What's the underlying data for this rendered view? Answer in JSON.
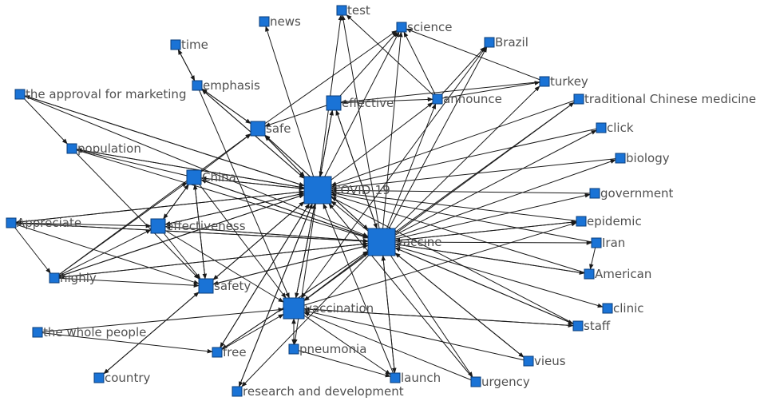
{
  "colors": {
    "node_fill": "#1a73d6",
    "node_stroke": "#0a3d7a",
    "edge": "#1a1a1a",
    "label": "#505050"
  },
  "nodes": [
    {
      "id": "covid",
      "label": "COVID-19",
      "weight": 3
    },
    {
      "id": "vaccine",
      "label": "vaccine",
      "weight": 3
    },
    {
      "id": "vaccination",
      "label": "vaccination",
      "weight": 2
    },
    {
      "id": "china",
      "label": "China",
      "weight": 1
    },
    {
      "id": "effectiveness",
      "label": "effectiveness",
      "weight": 1
    },
    {
      "id": "safety",
      "label": "safety",
      "weight": 1
    },
    {
      "id": "safe",
      "label": "safe",
      "weight": 1
    },
    {
      "id": "effective",
      "label": "effective",
      "weight": 1
    },
    {
      "id": "news",
      "label": "news",
      "weight": 0
    },
    {
      "id": "test",
      "label": "test",
      "weight": 0
    },
    {
      "id": "science",
      "label": "science",
      "weight": 0
    },
    {
      "id": "brazil",
      "label": "Brazil",
      "weight": 0
    },
    {
      "id": "time",
      "label": "time",
      "weight": 0
    },
    {
      "id": "emphasis",
      "label": "emphasis",
      "weight": 0
    },
    {
      "id": "approval",
      "label": "the approval for marketing",
      "weight": 0
    },
    {
      "id": "announce",
      "label": "announce",
      "weight": 0
    },
    {
      "id": "turkey",
      "label": "turkey",
      "weight": 0
    },
    {
      "id": "tcm",
      "label": "traditional Chinese medicine",
      "weight": 0
    },
    {
      "id": "click",
      "label": "click",
      "weight": 0
    },
    {
      "id": "population",
      "label": "population",
      "weight": 0
    },
    {
      "id": "biology",
      "label": "biology",
      "weight": 0
    },
    {
      "id": "government",
      "label": "government",
      "weight": 0
    },
    {
      "id": "appreciate",
      "label": "Appreciate",
      "weight": 0
    },
    {
      "id": "epidemic",
      "label": "epidemic",
      "weight": 0
    },
    {
      "id": "iran",
      "label": "Iran",
      "weight": 0
    },
    {
      "id": "highly",
      "label": "highly",
      "weight": 0
    },
    {
      "id": "american",
      "label": "American",
      "weight": 0
    },
    {
      "id": "clinic",
      "label": "clinic",
      "weight": 0
    },
    {
      "id": "wholepeople",
      "label": "the whole people",
      "weight": 0
    },
    {
      "id": "staff",
      "label": "staff",
      "weight": 0
    },
    {
      "id": "free",
      "label": "free",
      "weight": 0
    },
    {
      "id": "pneumonia",
      "label": "pneumonia",
      "weight": 0
    },
    {
      "id": "vieus",
      "label": "vieus",
      "weight": 0
    },
    {
      "id": "country",
      "label": "country",
      "weight": 0
    },
    {
      "id": "launch",
      "label": "launch",
      "weight": 0
    },
    {
      "id": "urgency",
      "label": "urgency",
      "weight": 0
    },
    {
      "id": "rnd",
      "label": "research and development",
      "weight": 0
    }
  ],
  "edges": [
    [
      "covid",
      "news"
    ],
    [
      "covid",
      "test"
    ],
    [
      "covid",
      "science"
    ],
    [
      "covid",
      "effective"
    ],
    [
      "covid",
      "announce"
    ],
    [
      "covid",
      "safe"
    ],
    [
      "covid",
      "china"
    ],
    [
      "covid",
      "effectiveness"
    ],
    [
      "covid",
      "safety"
    ],
    [
      "covid",
      "vaccination"
    ],
    [
      "covid",
      "rnd"
    ],
    [
      "covid",
      "highly"
    ],
    [
      "covid",
      "appreciate"
    ],
    [
      "covid",
      "population"
    ],
    [
      "covid",
      "approval"
    ],
    [
      "covid",
      "emphasis"
    ],
    [
      "covid",
      "free"
    ],
    [
      "covid",
      "pneumonia"
    ],
    [
      "vaccine",
      "covid"
    ],
    [
      "vaccine",
      "test"
    ],
    [
      "vaccine",
      "science"
    ],
    [
      "vaccine",
      "brazil"
    ],
    [
      "vaccine",
      "turkey"
    ],
    [
      "vaccine",
      "tcm"
    ],
    [
      "vaccine",
      "click"
    ],
    [
      "vaccine",
      "biology"
    ],
    [
      "vaccine",
      "government"
    ],
    [
      "vaccine",
      "epidemic"
    ],
    [
      "vaccine",
      "iran"
    ],
    [
      "vaccine",
      "american"
    ],
    [
      "vaccine",
      "clinic"
    ],
    [
      "vaccine",
      "staff"
    ],
    [
      "vaccine",
      "vieus"
    ],
    [
      "vaccine",
      "urgency"
    ],
    [
      "vaccine",
      "launch"
    ],
    [
      "vaccine",
      "vaccination"
    ],
    [
      "vaccine",
      "safety"
    ],
    [
      "vaccine",
      "effectiveness"
    ],
    [
      "vaccine",
      "china"
    ],
    [
      "vaccine",
      "highly"
    ],
    [
      "vaccine",
      "appreciate"
    ],
    [
      "vaccine",
      "announce"
    ],
    [
      "vaccine",
      "effective"
    ],
    [
      "vaccine",
      "safe"
    ],
    [
      "vaccine",
      "rnd"
    ],
    [
      "vaccine",
      "free"
    ],
    [
      "china",
      "covid"
    ],
    [
      "china",
      "vaccine"
    ],
    [
      "china",
      "safety"
    ],
    [
      "china",
      "vaccination"
    ],
    [
      "china",
      "safe"
    ],
    [
      "china",
      "population"
    ],
    [
      "china",
      "effectiveness"
    ],
    [
      "effectiveness",
      "covid"
    ],
    [
      "effectiveness",
      "vaccine"
    ],
    [
      "effectiveness",
      "vaccination"
    ],
    [
      "effectiveness",
      "safety"
    ],
    [
      "effectiveness",
      "china"
    ],
    [
      "safety",
      "covid"
    ],
    [
      "safety",
      "vaccine"
    ],
    [
      "safety",
      "country"
    ],
    [
      "safety",
      "china"
    ],
    [
      "safe",
      "covid"
    ],
    [
      "safe",
      "science"
    ],
    [
      "safe",
      "vaccine"
    ],
    [
      "safe",
      "emphasis"
    ],
    [
      "effective",
      "science"
    ],
    [
      "effective",
      "covid"
    ],
    [
      "effective",
      "vaccine"
    ],
    [
      "effective",
      "announce"
    ],
    [
      "effective",
      "safe"
    ],
    [
      "appreciate",
      "effectiveness"
    ],
    [
      "appreciate",
      "highly"
    ],
    [
      "appreciate",
      "covid"
    ],
    [
      "appreciate",
      "vaccine"
    ],
    [
      "appreciate",
      "safety"
    ],
    [
      "highly",
      "china"
    ],
    [
      "highly",
      "safety"
    ],
    [
      "highly",
      "effectiveness"
    ],
    [
      "highly",
      "covid"
    ],
    [
      "highly",
      "vaccine"
    ],
    [
      "highly",
      "safe"
    ],
    [
      "approval",
      "covid"
    ],
    [
      "approval",
      "vaccine"
    ],
    [
      "approval",
      "population"
    ],
    [
      "emphasis",
      "time"
    ],
    [
      "emphasis",
      "covid"
    ],
    [
      "emphasis",
      "vaccination"
    ],
    [
      "emphasis",
      "safe"
    ],
    [
      "population",
      "safety"
    ],
    [
      "population",
      "covid"
    ],
    [
      "population",
      "vaccine"
    ],
    [
      "announce",
      "science"
    ],
    [
      "announce",
      "turkey"
    ],
    [
      "announce",
      "brazil"
    ],
    [
      "announce",
      "test"
    ],
    [
      "turkey",
      "science"
    ],
    [
      "turkey",
      "effective"
    ],
    [
      "vaccination",
      "covid"
    ],
    [
      "vaccination",
      "vaccine"
    ],
    [
      "vaccination",
      "pneumonia"
    ],
    [
      "vaccination",
      "launch"
    ],
    [
      "vaccination",
      "staff"
    ],
    [
      "vaccination",
      "epidemic"
    ],
    [
      "wholepeople",
      "free"
    ],
    [
      "wholepeople",
      "vaccination"
    ],
    [
      "free",
      "vaccination"
    ],
    [
      "free",
      "covid"
    ],
    [
      "free",
      "vaccine"
    ],
    [
      "pneumonia",
      "vaccination"
    ],
    [
      "pneumonia",
      "launch"
    ],
    [
      "staff",
      "vaccination"
    ],
    [
      "staff",
      "covid"
    ],
    [
      "staff",
      "vaccine"
    ],
    [
      "vieus",
      "vaccination"
    ],
    [
      "vieus",
      "vaccine"
    ],
    [
      "urgency",
      "vaccination"
    ],
    [
      "urgency",
      "covid"
    ],
    [
      "launch",
      "vaccine"
    ],
    [
      "launch",
      "covid"
    ],
    [
      "iran",
      "american"
    ],
    [
      "iran",
      "covid"
    ],
    [
      "epidemic",
      "vaccine"
    ],
    [
      "epidemic",
      "covid"
    ],
    [
      "american",
      "vaccine"
    ],
    [
      "american",
      "covid"
    ],
    [
      "government",
      "covid"
    ],
    [
      "biology",
      "covid"
    ],
    [
      "click",
      "covid"
    ],
    [
      "tcm",
      "covid"
    ],
    [
      "tcm",
      "vaccination"
    ],
    [
      "brazil",
      "vaccination"
    ],
    [
      "country",
      "safety"
    ],
    [
      "rnd",
      "covid"
    ],
    [
      "time",
      "emphasis"
    ]
  ]
}
